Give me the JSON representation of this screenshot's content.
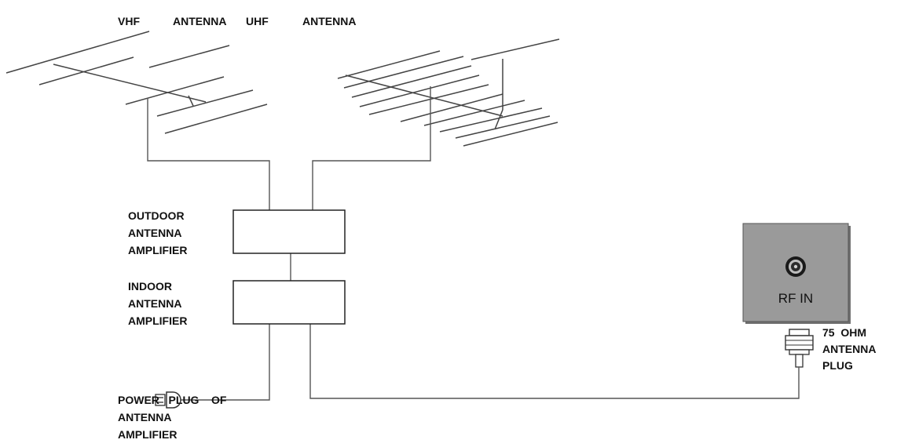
{
  "labels": {
    "vhf_antenna_line": [
      "VHF",
      "ANTENNA"
    ],
    "uhf_antenna_line": [
      "UHF",
      "ANTENNA"
    ],
    "outdoor_amplifier": [
      "OUTDOOR",
      "ANTENNA",
      "AMPLIFIER"
    ],
    "indoor_amplifier": [
      "INDOOR",
      "ANTENNA",
      "AMPLIFIER"
    ],
    "rf_in": "RF IN",
    "antenna_plug": [
      "75  OHM",
      "ANTENNA",
      "PLUG"
    ],
    "power_plug": [
      "POWER   PLUG    OF",
      "ANTENNA",
      "AMPLIFIER"
    ]
  },
  "colors": {
    "tv_panel": "#9a9a9a",
    "line": "#555555",
    "text": "#111111"
  },
  "icons": {
    "rf_connector": "coax-socket-icon",
    "antenna_plug": "coax-plug-icon",
    "power_plug": "power-plug-icon"
  }
}
